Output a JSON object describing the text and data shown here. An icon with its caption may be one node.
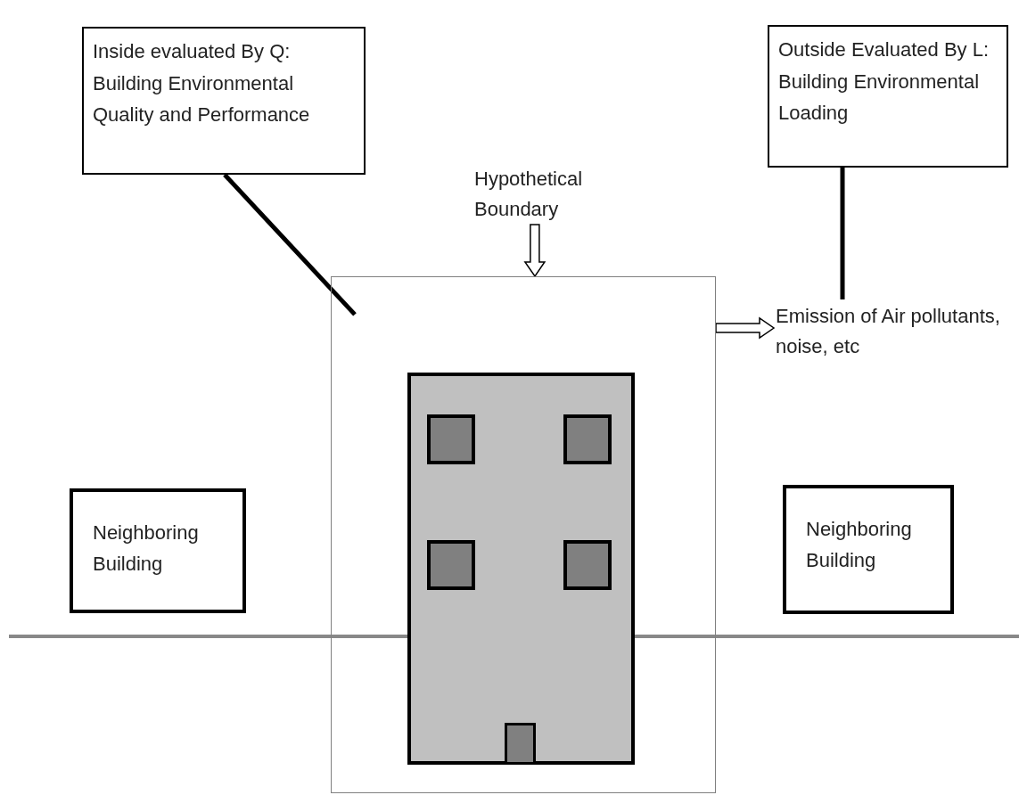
{
  "diagram": {
    "nodes": [
      {
        "text": [
          "Inside evaluated By Q: Building Environmental Quality and Performance"
        ]
      },
      {
        "text": [
          "Outside Evaluated By L: Building Environmental Loading"
        ]
      },
      {
        "text": [
          "Hypothetical Boundary"
        ]
      },
      {
        "text": [],
        "shape": "box"
      },
      {
        "text": [
          "Emission of Air pollutants, noise, etc"
        ]
      },
      {
        "text": [
          "Neighboring Building"
        ]
      },
      {
        "text": [],
        "shape": "box",
        "in": 3
      },
      {
        "text": [],
        "shape": "box",
        "in": 6
      },
      {
        "text": [],
        "shape": "box",
        "in": 6
      },
      {
        "text": [],
        "shape": "box",
        "in": 6
      },
      {
        "text": [],
        "shape": "box",
        "in": 6
      },
      {
        "text": [],
        "shape": "box",
        "in": 6
      },
      {
        "text": [
          "Neighboring Building"
        ]
      }
    ],
    "edges": [
      {
        "from": 0,
        "to": 3,
        "arrow": "none"
      },
      {
        "from": 1,
        "to": 4,
        "arrow": "none"
      },
      {
        "from": 2,
        "to": 3,
        "arrow": "to"
      },
      {
        "from": 3,
        "to": 4,
        "arrow": "to"
      }
    ]
  }
}
